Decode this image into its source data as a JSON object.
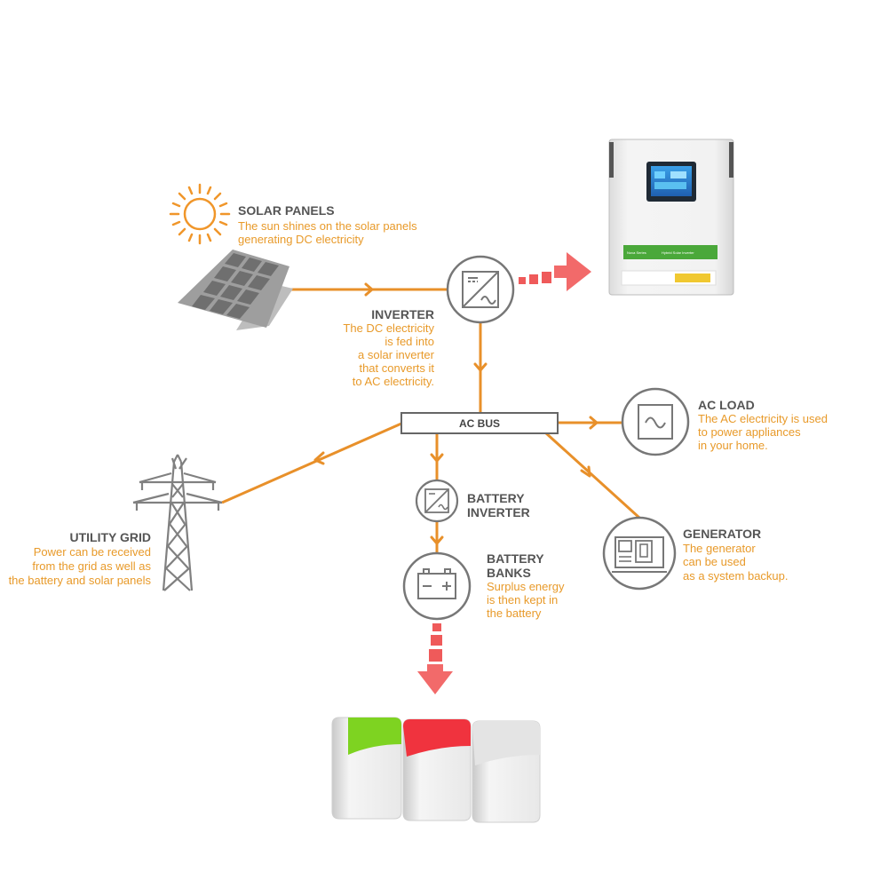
{
  "colors": {
    "flow": "#e8902a",
    "description_text": "#e89a2a",
    "title_text": "#555555",
    "icon_stroke": "#777777",
    "big_arrow": "#ef5a5a",
    "battery_green": "#7ed321",
    "battery_red": "#f0333e"
  },
  "solar": {
    "title": "SOLAR PANELS",
    "desc": [
      "The sun shines on the solar panels",
      "generating DC electricity"
    ],
    "sun_icon": "sun-icon",
    "panel_icon": "solar-panel-icon"
  },
  "inverter": {
    "title": "INVERTER",
    "desc": [
      "The DC electricity",
      "is fed into",
      "a solar inverter",
      "that converts it",
      "to AC electricity."
    ],
    "icon": "dc-ac-inverter-icon"
  },
  "device": {
    "brand": "Nova Series",
    "model": "Hybrid Solar Inverter"
  },
  "ac_bus": {
    "label": "AC BUS"
  },
  "ac_load": {
    "title": "AC LOAD",
    "desc": [
      "The AC electricity is used",
      "to power appliances",
      "in your home."
    ],
    "icon": "sine-wave-icon"
  },
  "battery_inverter": {
    "title": [
      "BATTERY",
      "INVERTER"
    ],
    "icon": "dc-ac-inverter-icon"
  },
  "battery_banks": {
    "title": [
      "BATTERY",
      "BANKS"
    ],
    "desc": [
      "Surplus energy",
      "is then kept in",
      "the battery"
    ],
    "icon": "battery-icon"
  },
  "generator": {
    "title": "GENERATOR",
    "desc": [
      "The generator",
      "can be used",
      "as a system backup."
    ],
    "icon": "generator-icon"
  },
  "utility_grid": {
    "title": "UTILITY GRID",
    "desc": [
      "Power can be received",
      "from the grid as well as",
      "the battery and solar panels"
    ],
    "icon": "transmission-tower-icon"
  }
}
